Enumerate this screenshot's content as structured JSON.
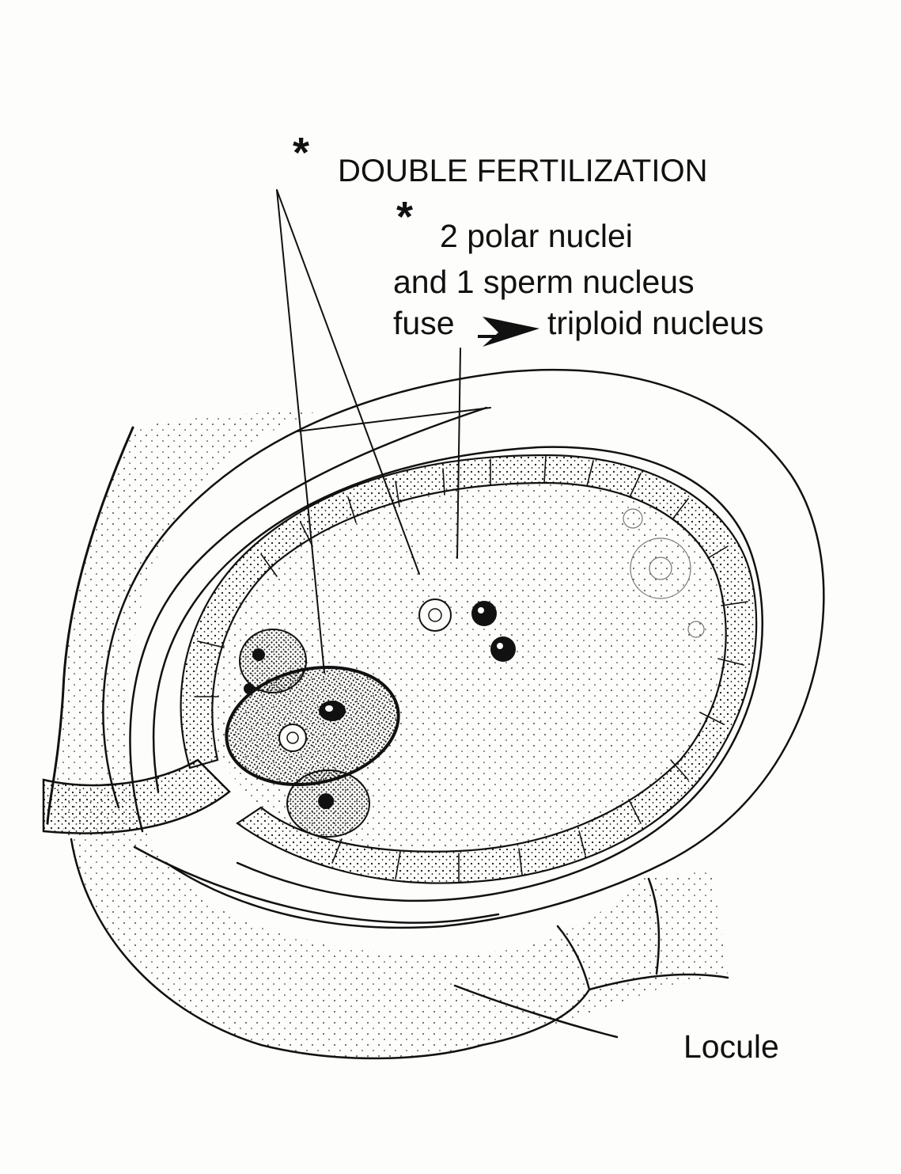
{
  "labels": {
    "star_1": "*",
    "title": "DOUBLE FERTILIZATION",
    "star_2": "*",
    "line_1": "2 polar nuclei",
    "line_2": "and 1 sperm nucleus",
    "line_3_left": "fuse",
    "line_3_right": "triploid nucleus",
    "locule": "Locule"
  }
}
